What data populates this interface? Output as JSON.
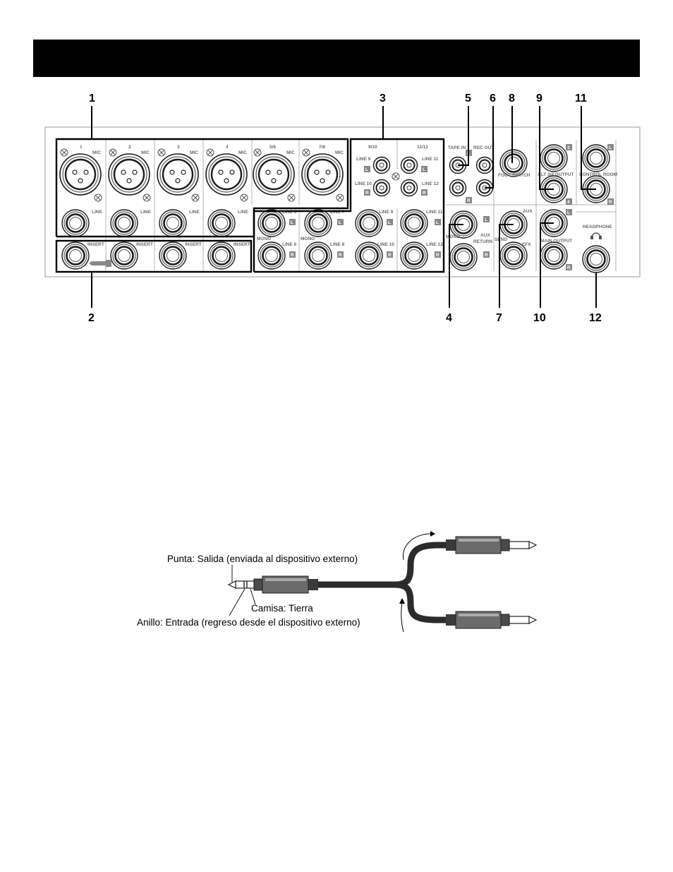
{
  "callouts": {
    "top": [
      "1",
      "3",
      "5",
      "6",
      "8",
      "9",
      "11"
    ],
    "bottom": [
      "2",
      "4",
      "7",
      "10",
      "12"
    ]
  },
  "panel": {
    "mic_channels": [
      "1",
      "2",
      "3",
      "4",
      "5/6",
      "7/8"
    ],
    "mic_label": "MIC",
    "line_label": "LINE",
    "insert_label": "INSERT",
    "stereo_lines": [
      {
        "top": "LINE 5",
        "bottom": "LINE 6"
      },
      {
        "top": "LINE 7",
        "bottom": "LINE 8"
      },
      {
        "top": "LINE 9",
        "bottom": "LINE 10"
      },
      {
        "top": "LINE 11",
        "bottom": "LINE 12"
      }
    ],
    "mono_label": "MONO",
    "rca_groups": [
      {
        "title": "9/10",
        "top": "LINE 9",
        "bottom": "LINE 10"
      },
      {
        "title": "11/12",
        "top": "LINE 11",
        "bottom": "LINE 12"
      }
    ],
    "tape_in": "TAPE IN",
    "rec_out": "REC OUT",
    "foot_switch": "FOOT SWITCH",
    "alt_output": "ALT 3/4 OUTPUT",
    "control_room": "CONTROL ROOM",
    "aux_return": [
      "AUX",
      "RETURN"
    ],
    "aux": "AUX",
    "send": "SEND",
    "efx": "EFX",
    "main_output": "MAIN OUTPUT",
    "headphone": "HEADPHONE",
    "badge_l": "L",
    "badge_r": "R",
    "badge_3": "3",
    "badge_4": "4"
  },
  "cable": {
    "tip": "Punta: Salida (enviada al dispositivo externo)",
    "sleeve": "Camisa: Tierra",
    "ring": "Anillo: Entrada (regreso desde el dispositivo externo)"
  }
}
